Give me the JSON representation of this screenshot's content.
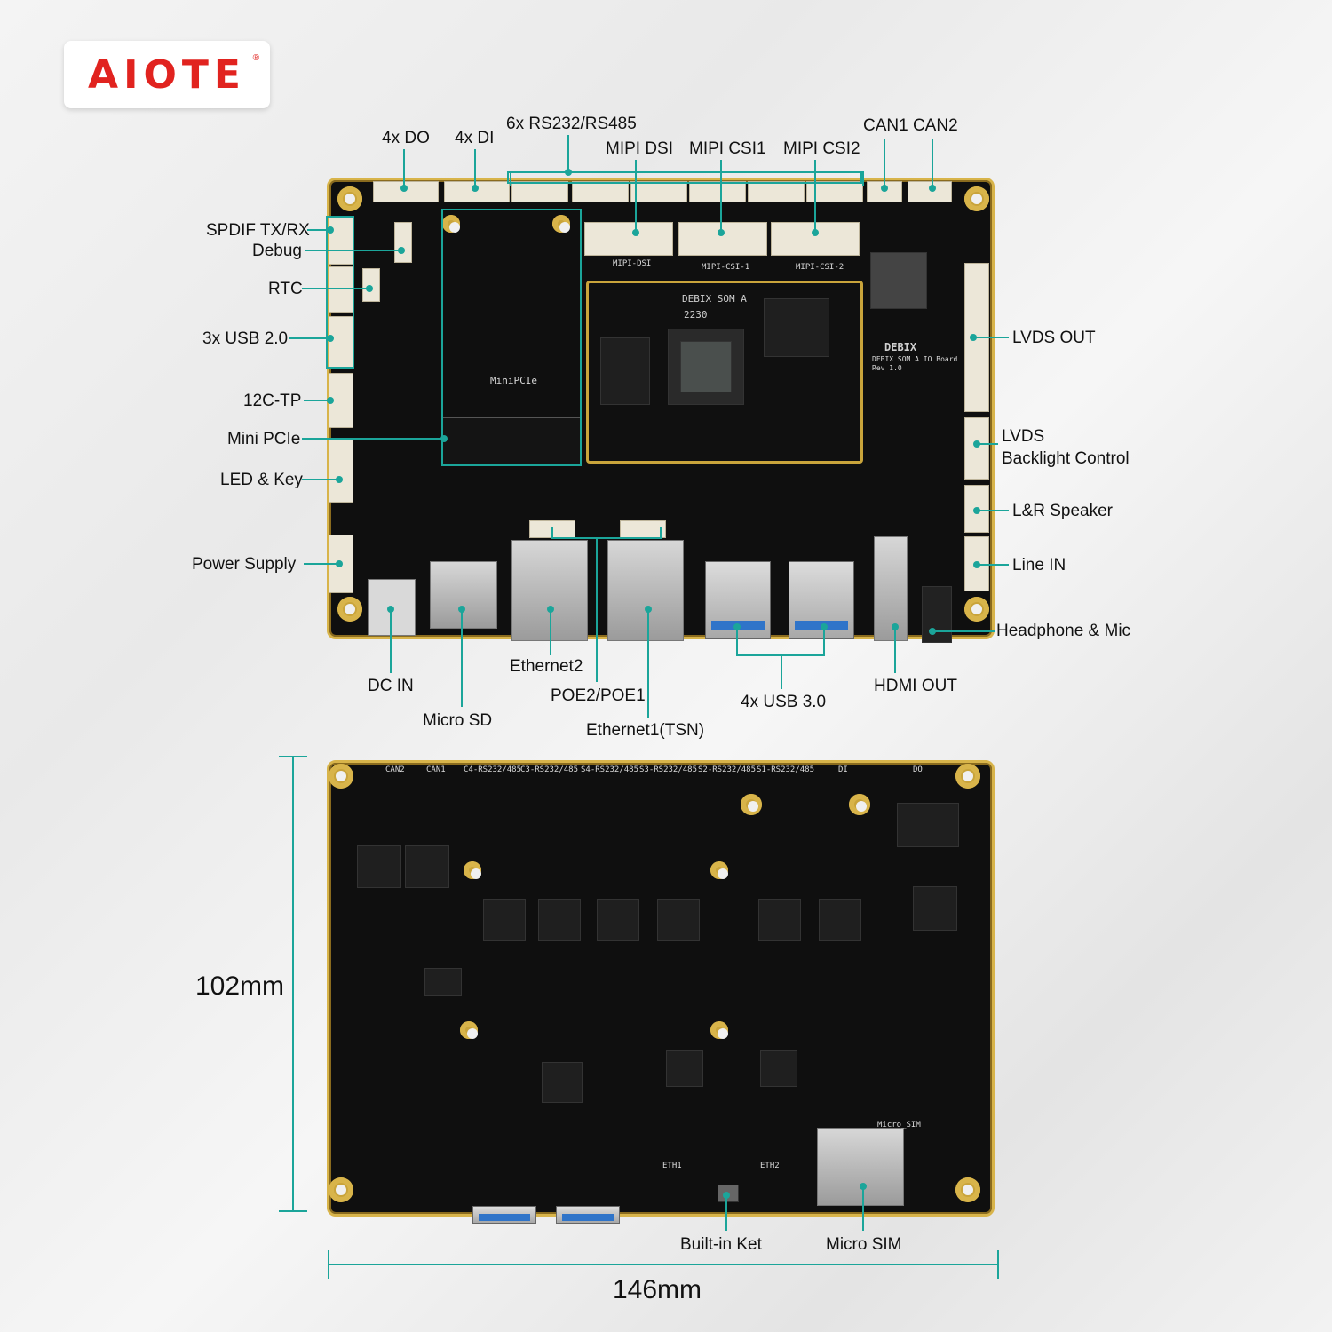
{
  "brand": {
    "logo_text": "AIOTE",
    "color": "#e1231f"
  },
  "accent_line_color": "#1ba59a",
  "labels": {
    "do4": "4x DO",
    "di4": "4x DI",
    "rs232": "6x RS232/RS485",
    "mipi_dsi": "MIPI DSI",
    "mipi_csi1": "MIPI CSI1",
    "mipi_csi2": "MIPI CSI2",
    "can": "CAN1 CAN2",
    "spdif": "SPDIF TX/RX",
    "debug": "Debug",
    "rtc": "RTC",
    "usb2": "3x USB 2.0",
    "i2c_tp": "12C-TP",
    "mini_pcie": "Mini PCIe",
    "led_key": "LED & Key",
    "power": "Power Supply",
    "lvds_out": "LVDS OUT",
    "lvds_bl_1": "LVDS",
    "lvds_bl_2": "Backlight Control",
    "speaker": "L&R Speaker",
    "line_in": "Line IN",
    "headphone": "Headphone & Mic",
    "dc_in": "DC IN",
    "micro_sd": "Micro SD",
    "eth2": "Ethernet2",
    "poe": "POE2/POE1",
    "eth1": "Ethernet1(TSN)",
    "usb3": "4x USB 3.0",
    "hdmi": "HDMI OUT",
    "built_in_key": "Built-in Ket",
    "micro_sim": "Micro SIM"
  },
  "dimensions": {
    "height": "102mm",
    "width": "146mm"
  },
  "silkscreen": {
    "som_title": "DEBIX SOM A",
    "som_code": "2230",
    "brand_mark": "DEBIX",
    "board_name": "DEBIX SOM A IO Board",
    "rev": "Rev 1.0",
    "minipcie": "MiniPCIe",
    "mipi_dsi_silk": "MIPI-DSI",
    "mipi_csi1_silk": "MIPI-CSI-1",
    "mipi_csi2_silk": "MIPI-CSI-2",
    "back_can2": "CAN2",
    "back_can1": "CAN1",
    "back_rs_c4": "C4-RS232/485",
    "back_rs_c3": "C3-RS232/485",
    "back_rs_s4": "S4-RS232/485",
    "back_rs_s3": "S3-RS232/485",
    "back_rs_s2": "S2-RS232/485",
    "back_rs_s1": "S1-RS232/485",
    "back_di": "DI",
    "back_do": "DO",
    "eth1_silk": "ETH1",
    "eth2_silk": "ETH2",
    "micro_sim_silk": "Micro_SIM"
  }
}
